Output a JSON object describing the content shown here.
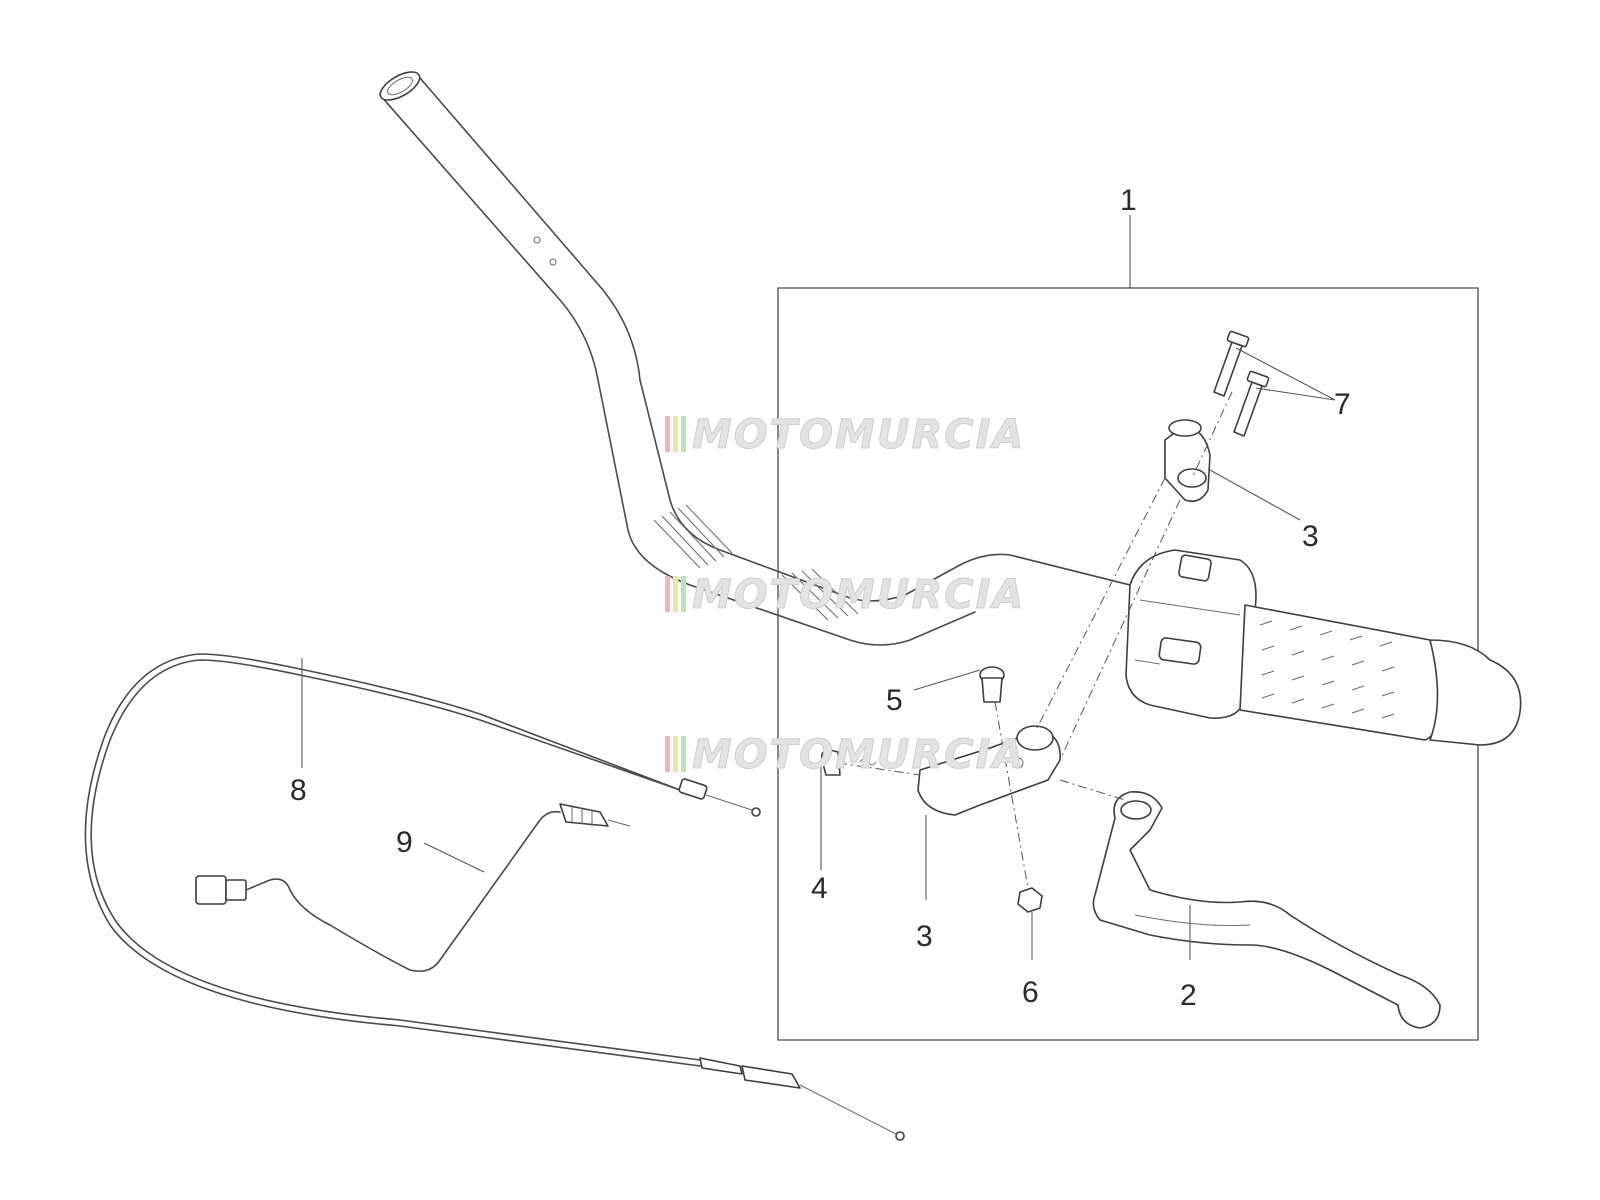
{
  "watermark": {
    "text": "MOTOMURCIA",
    "stripe_colors": [
      "#e9b8b8",
      "#efe4a8",
      "#bfe0bf"
    ]
  },
  "callouts": {
    "c1": "1",
    "c2": "2",
    "c3a": "3",
    "c3b": "3",
    "c4": "4",
    "c5": "5",
    "c6": "6",
    "c7": "7",
    "c8": "8",
    "c9": "9"
  }
}
